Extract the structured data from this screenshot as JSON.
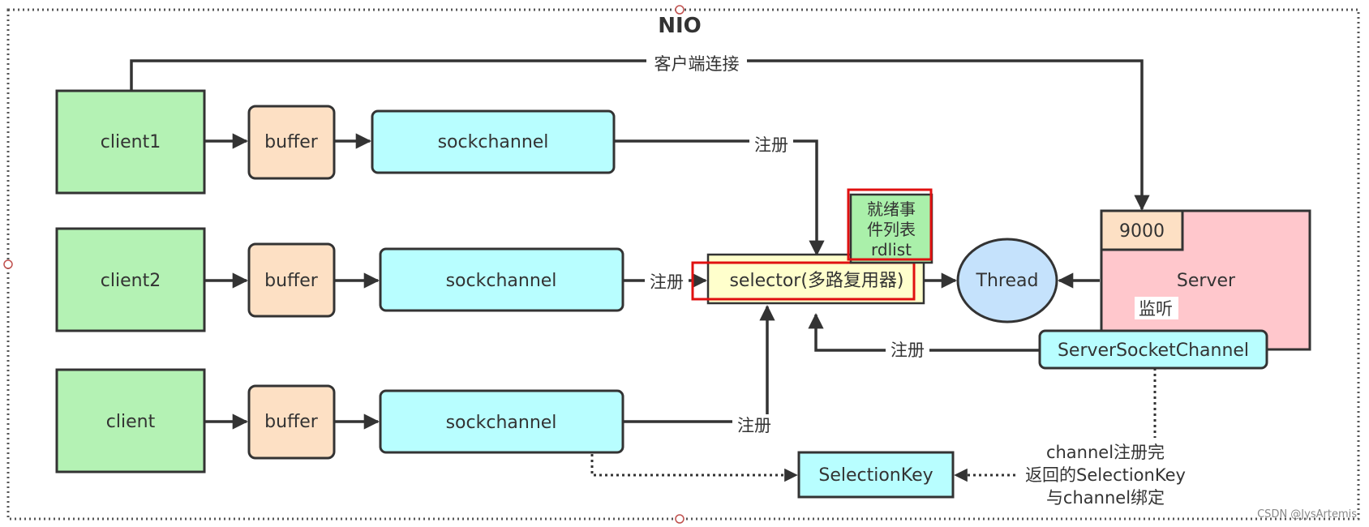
{
  "title": "NIO",
  "colors": {
    "client": "#b4f2b4",
    "buffer": "#fde0c4",
    "channel": "#b8feff",
    "selector": "#ffffcc",
    "rdlist": "#aaf0aa",
    "thread": "#c5e2fc",
    "server": "#ffc7cc",
    "port": "#fde0c4",
    "highlight": "#e01010",
    "stroke": "#333333"
  },
  "nodes": {
    "client1": "client1",
    "client2": "client2",
    "client3": "client",
    "buffer1": "buffer",
    "buffer2": "buffer",
    "buffer3": "buffer",
    "sockchannel1": "sockchannel",
    "sockchannel2": "sockchannel",
    "sockchannel3": "sockchannel",
    "selector": "selector(多路复用器)",
    "rdlist": [
      "就绪事",
      "件列表",
      "rdlist"
    ],
    "thread": "Thread",
    "server": "Server",
    "port": "9000",
    "server_socket_channel": "ServerSocketChannel",
    "selection_key": "SelectionKey"
  },
  "edge_labels": {
    "client_connect": "客户端连接",
    "register1": "注册",
    "register2": "注册",
    "register3": "注册",
    "register_server": "注册",
    "listen": "监听"
  },
  "note": [
    "channel注册完",
    "返回的SelectionKey",
    "与channel绑定"
  ],
  "watermark": "CSDN @JysArtemis"
}
